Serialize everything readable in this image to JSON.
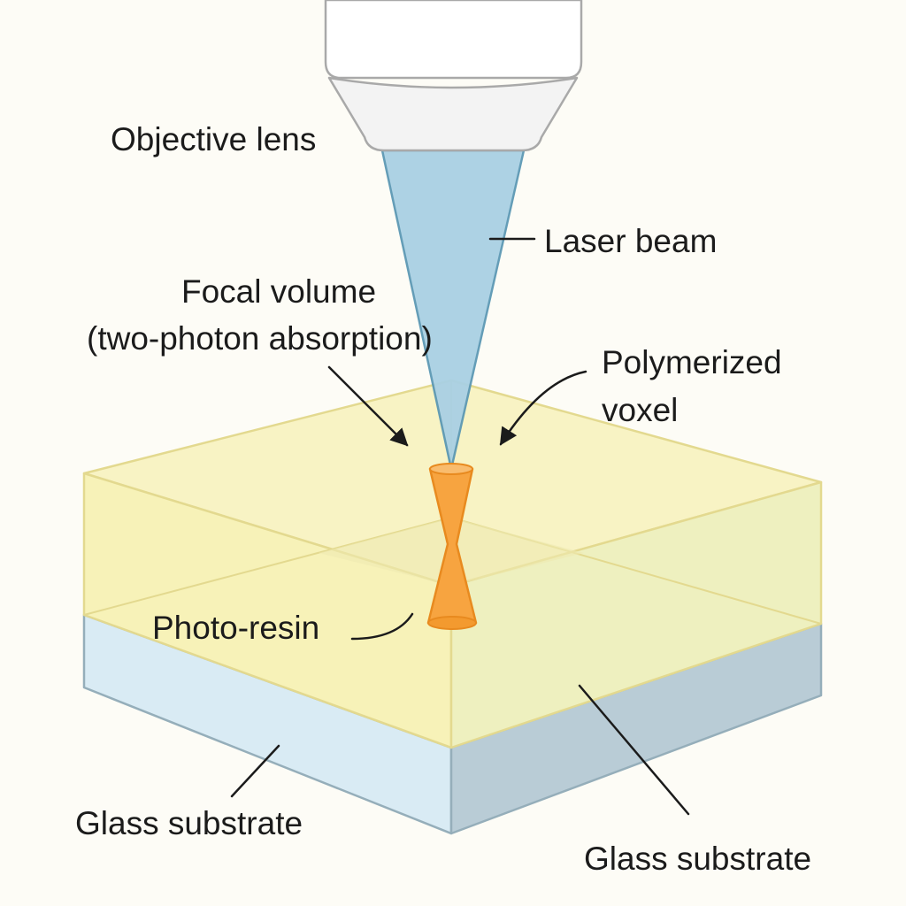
{
  "diagram": {
    "labels": {
      "objective_lens": "Objective lens",
      "laser_beam": "Laser beam",
      "focal_volume_line1": "Focal volume",
      "focal_volume_line2": "(two-photon absorption)",
      "polymerized_line1": "Polymerized",
      "polymerized_line2": "voxel",
      "photo_resin": "Photo-resin",
      "glass_substrate_left": "Glass substrate",
      "glass_substrate_right": "Glass substrate"
    },
    "colors": {
      "background": "#fdfcf6",
      "lens_body": "#ffffff",
      "lens_outline": "#a9a9a9",
      "laser_beam_fill": "#a9d0e4",
      "laser_beam_edge": "#5c98b4",
      "resin_fill": "#f7f2b6",
      "resin_edge": "#e7dd95",
      "glass_top": "#dceef6",
      "glass_front": "#cfe3ee",
      "glass_right": "#b9ccd6",
      "glass_edge": "#95aeba",
      "voxel_fill": "#f7a440",
      "voxel_edge": "#e88a1f",
      "leader_line": "#1b1b1b"
    }
  }
}
